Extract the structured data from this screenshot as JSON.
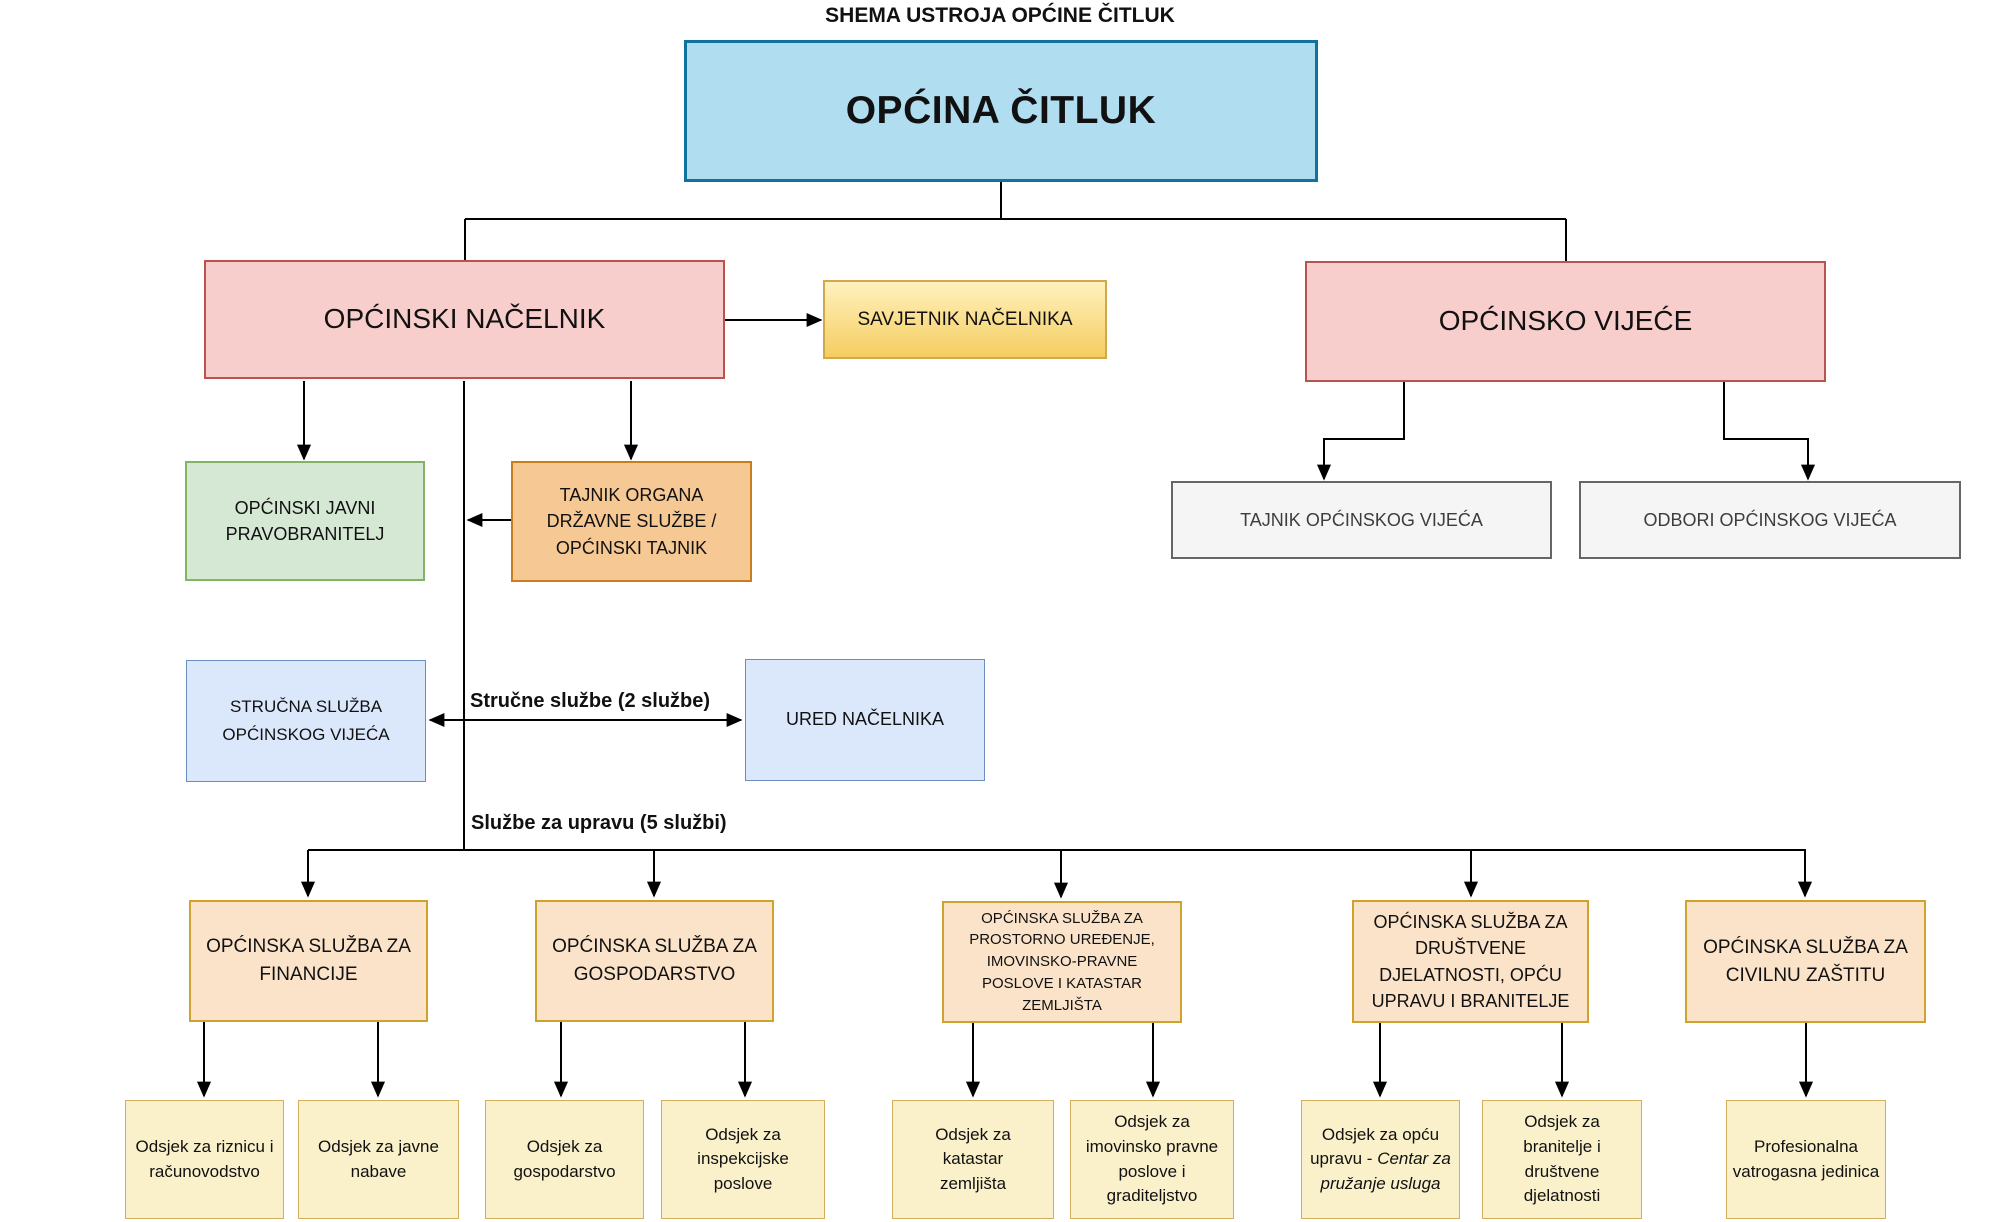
{
  "page": {
    "title": "SHEMA USTROJA OPĆINE ČITLUK"
  },
  "nodes": {
    "opcina": "OPĆINA ČITLUK",
    "nacelnik": "OPĆINSKI NAČELNIK",
    "savjetnik": "SAVJETNIK NAČELNIKA",
    "vijece": "OPĆINSKO VIJEĆE",
    "pravobranitelj": "OPĆINSKI JAVNI PRAVOBRANITELJ",
    "tajnik_organa": "TAJNIK ORGANA DRŽAVNE SLUŽBE / OPĆINSKI TAJNIK",
    "tajnik_vijeca": "TAJNIK OPĆINSKOG VIJEĆA",
    "odbori": "ODBORI OPĆINSKOG VIJEĆA",
    "strucna_sluzba": "STRUČNA SLUŽBA OPĆINSKOG VIJEĆA",
    "ured_nacelnika": "URED NAČELNIKA"
  },
  "section_labels": {
    "strucne_sluzbe": "Stručne službe (2 službe)",
    "sluzbe_za_upravu": "Službe za upravu (5 službi)"
  },
  "services": [
    {
      "label": "OPĆINSKA SLUŽBA ZA FINANCIJE"
    },
    {
      "label": "OPĆINSKA SLUŽBA ZA GOSPODARSTVO"
    },
    {
      "label": "OPĆINSKA SLUŽBA ZA PROSTORNO UREĐENJE, IMOVINSKO-PRAVNE POSLOVE I KATASTAR ZEMLJIŠTA"
    },
    {
      "label": "OPĆINSKA SLUŽBA ZA DRUŠTVENE DJELATNOSTI, OPĆU UPRAVU I BRANITELJE"
    },
    {
      "label": "OPĆINSKA SLUŽBA ZA CIVILNU ZAŠTITU"
    }
  ],
  "departments": [
    {
      "label": "Odsjek za riznicu i računovodstvo"
    },
    {
      "label": "Odsjek za javne nabave"
    },
    {
      "label": "Odsjek za gospodarstvo"
    },
    {
      "label": "Odsjek za inspekcijske poslove"
    },
    {
      "label": "Odsjek za katastar zemljišta"
    },
    {
      "label": "Odsjek za imovinsko pravne poslove i graditeljstvo"
    },
    {
      "label_prefix": "Odsjek za opću upravu - ",
      "label_italic": "Centar za pružanje usluga"
    },
    {
      "label": "Odsjek za branitelje i društvene djelatnosti"
    },
    {
      "label": "Profesionalna vatrogasna jedinica"
    }
  ],
  "colors": {
    "root_fill": "#B1DDF0",
    "root_border": "#10739E",
    "red_fill": "#F8CECC",
    "red_border": "#B85450",
    "gold_gradient_top": "#FFF1BE",
    "gold_gradient_bottom": "#F5CD60",
    "gold_border": "#CFA94C",
    "green_fill": "#D5E8D4",
    "green_border": "#82B366",
    "orange_fill": "#F5C894",
    "orange_border": "#C87E1B",
    "gray_fill": "#F5F5F5",
    "gray_border": "#666666",
    "blue_fill": "#DBE8FC",
    "blue_border": "#6C8EBF",
    "peach_fill": "#FBE3C9",
    "peach_border": "#CFA22C",
    "yellow_fill": "#FAF0CA",
    "yellow_border": "#D0B05C",
    "connector": "#000000"
  }
}
